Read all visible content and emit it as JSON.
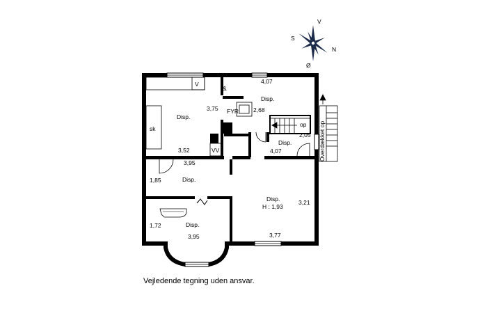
{
  "compass": {
    "north": "N",
    "south": "S",
    "west": "V",
    "east": "Ø"
  },
  "rooms": {
    "kitchen_label": "Disp.",
    "kitchen_width": "3,52",
    "kitchen_depth": "3,75",
    "sink_label": "sk",
    "cabinet_label": "V",
    "vv_label": "VV",
    "boiler_label": "FYR",
    "boiler_room_width": "2,68",
    "top_right_label": "Disp.",
    "top_right_width": "4,07",
    "stair_label": "op",
    "stair_room_depth": "2,05",
    "hall_label": "Disp.",
    "hall_width": "4,07",
    "middle_label": "Disp.",
    "middle_width": "3,95",
    "middle_depth": "1,85",
    "big_label": "Disp.",
    "big_height": "H : 1,93",
    "big_depth": "3,21",
    "big_width": "3,77",
    "bay_label": "Disp.",
    "bay_width": "3,95",
    "bay_depth": "1,72",
    "hatch_label": "Overdækket op"
  },
  "caption": "Vejledende tegning uden ansvar."
}
